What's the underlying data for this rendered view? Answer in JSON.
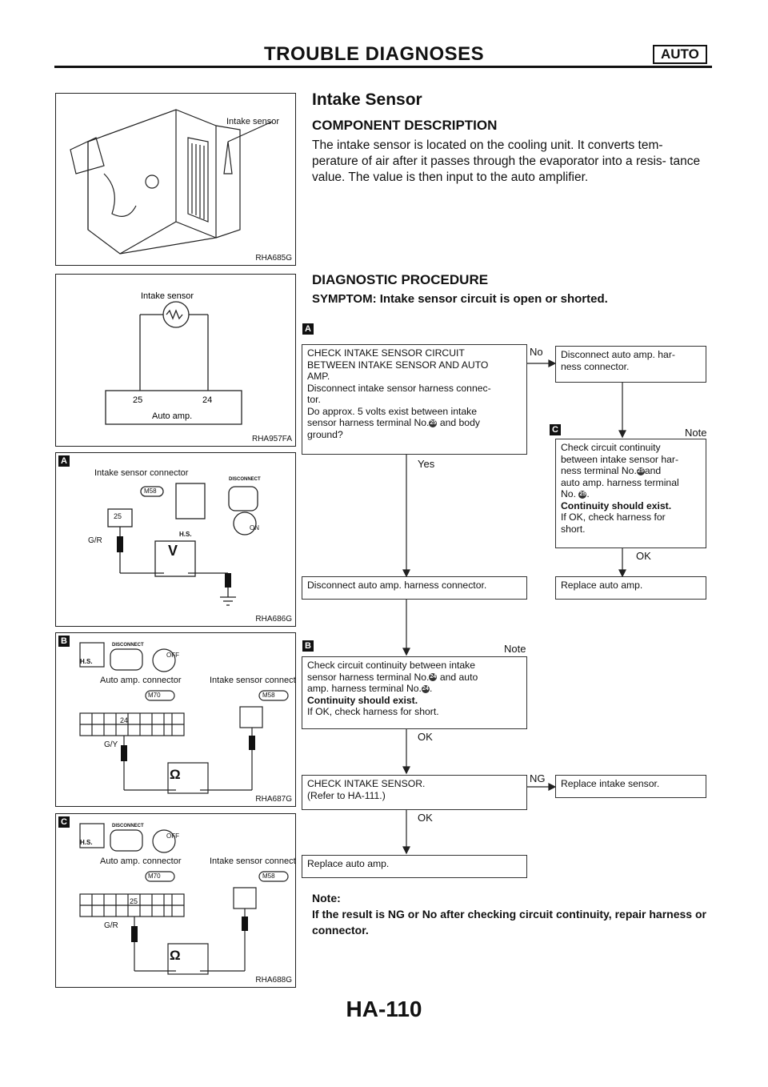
{
  "header": {
    "title": "TROUBLE DIAGNOSES",
    "badge": "AUTO"
  },
  "footer": {
    "page": "HA-110"
  },
  "section": {
    "title": "Intake Sensor",
    "component_heading": "COMPONENT DESCRIPTION",
    "component_text": "The intake sensor is located on the cooling unit. It converts tem- perature of air after it passes through the evaporator into a resis- tance value. The value is then input to the auto amplifier.",
    "procedure_heading": "DIAGNOSTIC PROCEDURE",
    "symptom": "SYMPTOM: Intake sensor circuit is open or shorted."
  },
  "figures": {
    "fig1": {
      "code": "RHA685G",
      "label": "Intake sensor"
    },
    "fig2": {
      "code": "RHA957FA",
      "label": "Intake sensor",
      "pin_a": "25",
      "pin_b": "24",
      "box": "Auto amp."
    },
    "fig3": {
      "code": "RHA686G",
      "badge": "A",
      "connector": "Intake sensor connector",
      "conn_id": "M58",
      "pin": "25",
      "wire": "G/R",
      "meter": "V",
      "hs": "H.S.",
      "disconnect": "DISCONNECT",
      "key": "ON"
    },
    "fig4": {
      "code": "RHA687G",
      "badge": "B",
      "conn1": "Auto amp. connector",
      "conn1_id": "M70",
      "conn2": "Intake sensor connector",
      "conn2_id": "M58",
      "pin": "24",
      "wire": "G/Y",
      "meter": "Ω",
      "hs": "H.S.",
      "disconnect": "DISCONNECT",
      "key": "OFF"
    },
    "fig5": {
      "code": "RHA688G",
      "badge": "C",
      "conn1": "Auto amp. connector",
      "conn1_id": "M70",
      "conn2": "Intake sensor connector",
      "conn2_id": "M58",
      "pin": "25",
      "wire": "G/R",
      "meter": "Ω",
      "hs": "H.S.",
      "disconnect": "DISCONNECT",
      "key": "OFF"
    }
  },
  "flow": {
    "badge_a": "A",
    "badge_b": "B",
    "badge_c": "C",
    "step1": {
      "l1": "CHECK INTAKE SENSOR CIRCUIT",
      "l2": "BETWEEN INTAKE SENSOR AND AUTO",
      "l3": "AMP.",
      "l4": "Disconnect intake sensor harness connec-",
      "l5": "tor.",
      "l6": "Do approx. 5 volts exist between intake",
      "l7a": "sensor harness terminal No.",
      "l7pin": "25",
      "l7b": "and body",
      "l8": "ground?"
    },
    "yes": "Yes",
    "no": "No",
    "step_r1": {
      "l1": "Disconnect auto amp. har-",
      "l2": "ness connector."
    },
    "note_c": "Note",
    "step_r2": {
      "l1": "Check circuit continuity",
      "l2": "between intake sensor har-",
      "l3a": "ness terminal No.",
      "l3pin": "25",
      "l3b": "and",
      "l4": "auto amp. harness terminal",
      "l5a": "No.",
      "l5pin": "25",
      "l5b": ".",
      "l6": "Continuity should exist.",
      "l7": "If OK, check harness for",
      "l8": "short."
    },
    "ok_r": "OK",
    "step_r3": "Replace auto amp.",
    "step2": "Disconnect auto amp. harness connector.",
    "note_b": "Note",
    "step3": {
      "l1": "Check circuit continuity between intake",
      "l2a": "sensor harness terminal No.",
      "l2pin": "24",
      "l2b": "and auto",
      "l3a": "amp. harness terminal No.",
      "l3pin": "24",
      "l3b": ".",
      "l4": "Continuity should exist.",
      "l5": "If OK, check harness for short."
    },
    "ok_3": "OK",
    "step4": {
      "l1": "CHECK INTAKE SENSOR.",
      "l2": "(Refer to HA-111.)"
    },
    "ng": "NG",
    "step4_r": "Replace intake sensor.",
    "ok_4": "OK",
    "step5": "Replace auto amp."
  },
  "note": {
    "title": "Note:",
    "text": "If the result is NG or No after checking circuit continuity, repair harness or connector."
  }
}
